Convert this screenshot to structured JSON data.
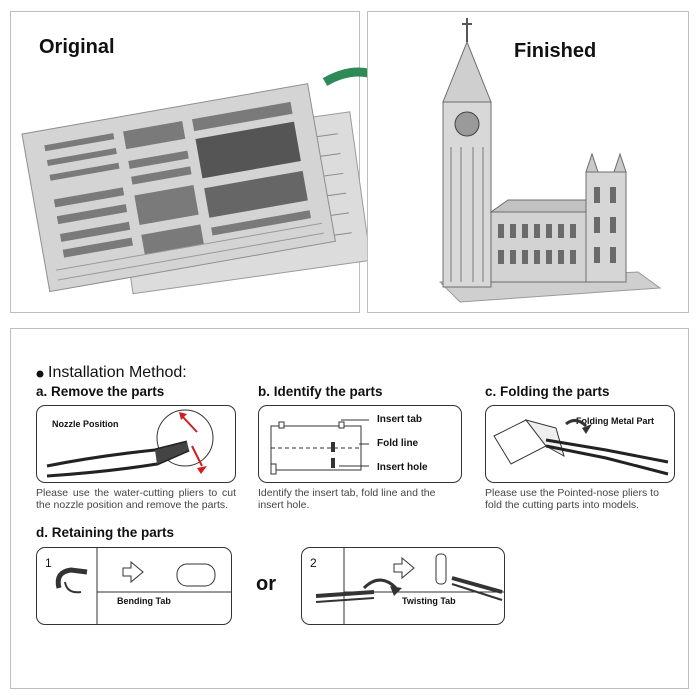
{
  "top": {
    "original_label": "Original",
    "finished_label": "Finished"
  },
  "installation": {
    "heading": "Installation Method:",
    "a": {
      "title": "a. Remove the parts",
      "nozzle_label": "Nozzle Position",
      "desc": "Please use the water-cutting pliers to cut the nozzle position and remove the parts."
    },
    "b": {
      "title": "b. Identify the parts",
      "insert_tab": "Insert tab",
      "fold_line": "Fold line",
      "insert_hole": "Insert hole",
      "desc": "Identify the insert tab, fold line and the insert hole."
    },
    "c": {
      "title": "c. Folding the parts",
      "part_label": "Folding Metal Part",
      "desc": "Please use the Pointed-nose pliers to fold the cutting parts into models."
    },
    "d": {
      "title": "d. Retaining the parts",
      "step1_num": "1",
      "step1_label": "Bending Tab",
      "or": "or",
      "step2_num": "2",
      "step2_label": "Twisting Tab"
    }
  },
  "colors": {
    "arrow_green": "#2e8b57",
    "accent_red": "#cc1f1f",
    "metal": "#c9c9c9"
  }
}
